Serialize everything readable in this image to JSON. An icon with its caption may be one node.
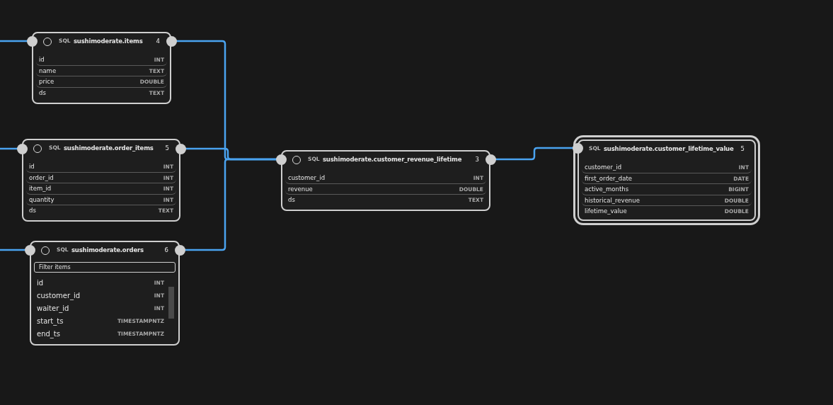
{
  "diagram": {
    "nodes": [
      {
        "text": [
          "SQL",
          "sushimoderate.items",
          "4",
          "id",
          "INT",
          "name",
          "TEXT",
          "price",
          "DOUBLE",
          "ds",
          "TEXT"
        ]
      },
      {
        "text": [
          "SQL",
          "sushimoderate.order_items",
          "5",
          "id",
          "INT",
          "order_id",
          "INT",
          "item_id",
          "INT",
          "quantity",
          "INT",
          "ds",
          "TEXT"
        ]
      },
      {
        "text": [
          "SQL",
          "sushimoderate.orders",
          "6",
          "Filter items",
          "id",
          "INT",
          "customer_id",
          "INT",
          "waiter_id",
          "INT",
          "start_ts",
          "TIMESTAMPNTZ",
          "end_ts",
          "TIMESTAMPNTZ"
        ]
      },
      {
        "text": [
          "SQL",
          "sushimoderate.customer_revenue_lifetime",
          "3",
          "customer_id",
          "INT",
          "revenue",
          "DOUBLE",
          "ds",
          "TEXT"
        ]
      },
      {
        "text": [
          "SQL",
          "sushimoderate.customer_lifetime_value",
          "5",
          "customer_id",
          "INT",
          "first_order_date",
          "DATE",
          "active_months",
          "BIGINT",
          "historical_revenue",
          "DOUBLE",
          "lifetime_value",
          "DOUBLE"
        ]
      }
    ],
    "edges": [
      {
        "from": null,
        "to": 0,
        "arrow": "none"
      },
      {
        "from": null,
        "to": 1,
        "arrow": "none"
      },
      {
        "from": null,
        "to": 2,
        "arrow": "none"
      },
      {
        "from": 0,
        "to": 3,
        "arrow": "none"
      },
      {
        "from": 1,
        "to": 3,
        "arrow": "none"
      },
      {
        "from": 2,
        "to": 3,
        "arrow": "none"
      },
      {
        "from": 3,
        "to": 4,
        "arrow": "none"
      }
    ]
  }
}
